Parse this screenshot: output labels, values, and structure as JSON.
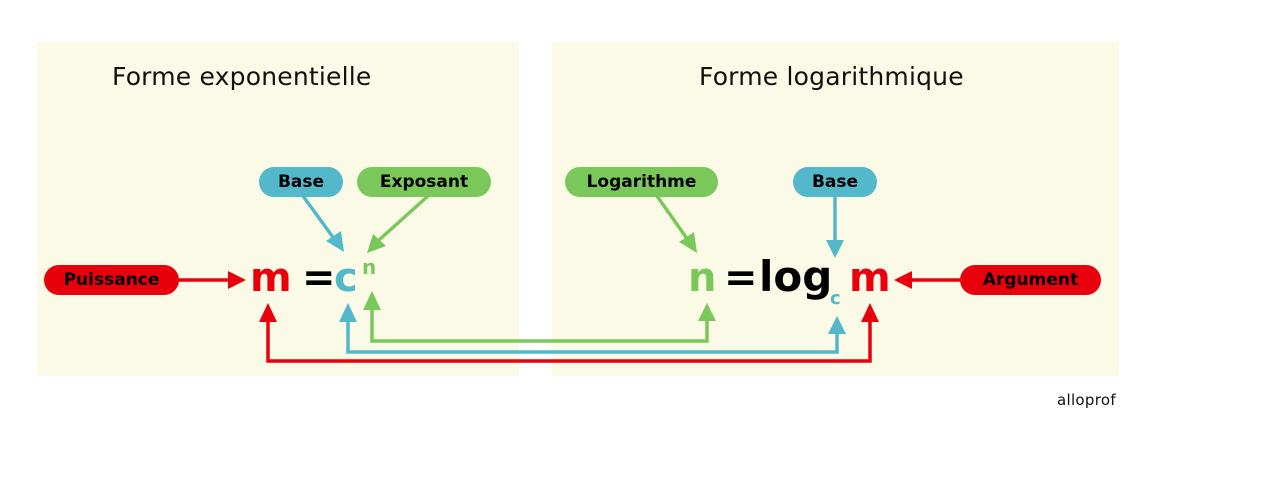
{
  "colors": {
    "panel_bg": "#fafae7",
    "red": "#e8000d",
    "blue": "#53b8c9",
    "green": "#7bc85a",
    "black": "#000000"
  },
  "left_panel": {
    "title": "Forme exponentielle",
    "labels": {
      "base": "Base",
      "exponent": "Exposant",
      "power": "Puissance"
    },
    "equation": {
      "power": "m",
      "equals": "=",
      "base": "c",
      "exponent": "n"
    }
  },
  "right_panel": {
    "title": "Forme logarithmique",
    "labels": {
      "logarithm": "Logarithme",
      "base": "Base",
      "argument": "Argument"
    },
    "equation": {
      "logarithm": "n",
      "equals": "=",
      "log": "log",
      "base": "c",
      "argument": "m"
    }
  },
  "connections": [
    {
      "from": "c (base, exponential form)",
      "to": "c (base, logarithmic form)",
      "color": "blue"
    },
    {
      "from": "n (exponent)",
      "to": "n (logarithm)",
      "color": "green"
    },
    {
      "from": "m (power)",
      "to": "m (argument)",
      "color": "red"
    }
  ],
  "footer": {
    "brand": "alloprof"
  }
}
